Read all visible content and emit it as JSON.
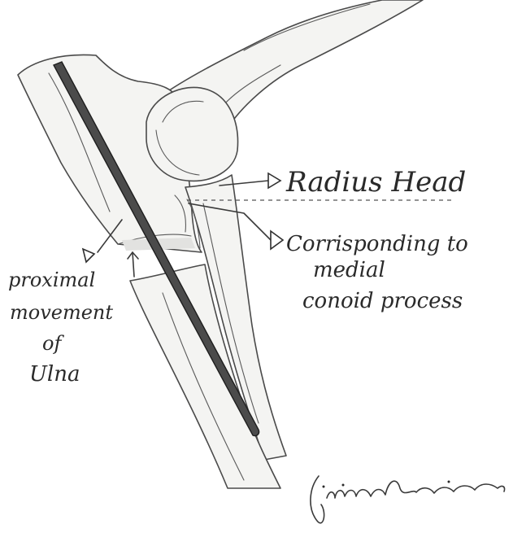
{
  "labels": {
    "radius_head": "Radius Head",
    "medial_coronoid": [
      "Corrisponding to",
      "medial",
      "conoid process"
    ],
    "proximal_movement": [
      "proximal",
      "movement",
      "of",
      "Ulna"
    ]
  },
  "signature": "Giovanni Ronciani",
  "colors": {
    "ink": "#2a2a2a",
    "bone_fill": "#f4f4f2",
    "pin": "#4b4b4b"
  }
}
